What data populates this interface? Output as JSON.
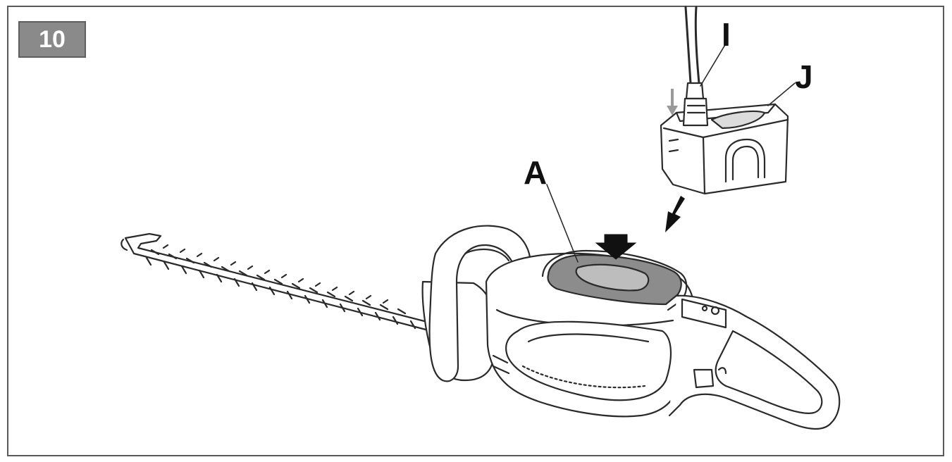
{
  "figure": {
    "number": "10"
  },
  "callouts": {
    "a": "A",
    "i": "I",
    "j": "J"
  },
  "colors": {
    "line": "#2a2a2a",
    "battery_fill": "#8c8c8c",
    "arrow": "#111111",
    "small_arrow": "#9a9a9a",
    "badge": "#8a8a8a"
  },
  "icons": [
    "insert-arrow-icon",
    "push-down-arrow-icon",
    "connector-down-arrow-icon"
  ]
}
